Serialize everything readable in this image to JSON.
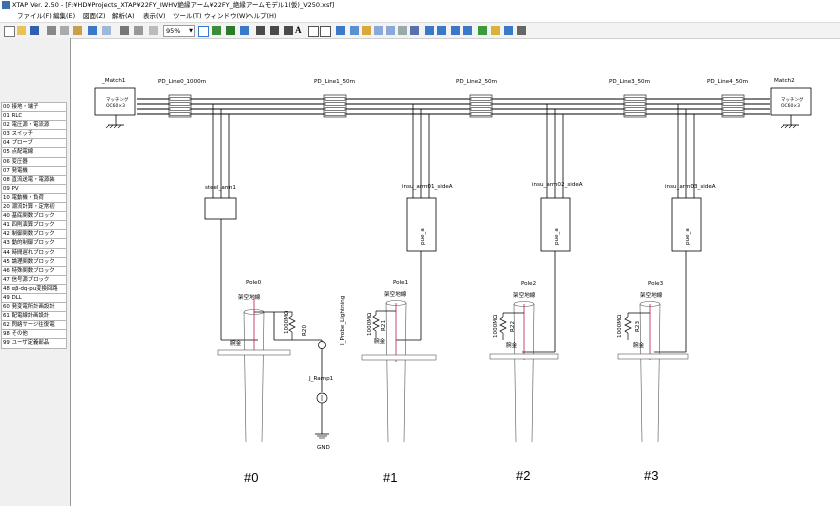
{
  "window": {
    "title": "XTAP Ver. 2.50 - [F:¥HD¥Projects_XTAP¥22FY_IWHV絶縁アーム¥22FY_絶縁アームモデル1(仮)_V250.xsf]"
  },
  "menu": [
    "ファイル(F)",
    "編集(E)",
    "図面(Z)",
    "解析(A)",
    "表示(V)",
    "ツール(T)",
    "ウィンドウ(W)",
    "ヘルプ(H)"
  ],
  "toolbar": {
    "zoom": "95%"
  },
  "palette": [
    "00 接地・端子",
    "01 RLC",
    "02 電圧源・電流源",
    "03 スイッチ",
    "04 プローブ",
    "05 点配電線",
    "06 変圧器",
    "07 発電機",
    "08 直流送電・電源装",
    "09 PV",
    "10 電動機・負荷",
    "20 潮流計算・定常初",
    "40 基底関数ブロック",
    "41 四則演算ブロック",
    "42 制御関数ブロック",
    "43 動的制御ブロック",
    "44 時間遅れブロック",
    "45 論理関数ブロック",
    "46 特殊関数ブロック",
    "47 信号源ブロック",
    "48 αβ-dq-pu変換回路",
    "49 DLL",
    "60 発変電所計画設計",
    "61 配電線計画設計",
    "62 閃絡サージ往復電",
    "98 その他",
    "99 ユーザ定義部品"
  ],
  "diagram": {
    "match_left": {
      "name": "_Match1",
      "box_line1": "マッチング",
      "box_line2": "OC60×3"
    },
    "match_right": {
      "name": "Match2",
      "box_line1": "マッチング",
      "box_line2": "OC60×3"
    },
    "lines": [
      "PD_Line0_1000m",
      "PD_Line1_50m",
      "PD_Line2_50m",
      "PD_Line3_50m",
      "PD_Line4_50m"
    ],
    "arms": [
      "steel_arm1",
      "insu_arm01_sideA",
      "insu_arm02_sideA",
      "insu_arm03_sideA"
    ],
    "arm_inner": "pue_a",
    "poles": [
      {
        "name": "Pole0",
        "ground_label": "架空地線",
        "arm_label": "腕金",
        "resistor": "R20",
        "resistance": "1000MΩ",
        "caption": "#0"
      },
      {
        "name": "Pole1",
        "ground_label": "架空地線",
        "arm_label": "腕金",
        "resistor": "R21",
        "resistance": "1000MΩ",
        "caption": "#1"
      },
      {
        "name": "Pole2",
        "ground_label": "架空地線",
        "arm_label": "腕金",
        "resistor": "R22",
        "resistance": "1000MΩ",
        "caption": "#2"
      },
      {
        "name": "Pole3",
        "ground_label": "架空地線",
        "arm_label": "腕金",
        "resistor": "R23",
        "resistance": "1000MΩ",
        "caption": "#3"
      }
    ],
    "probe": "I_Probe_Lightning",
    "source": "J_Ramp1",
    "ground": "GND"
  }
}
